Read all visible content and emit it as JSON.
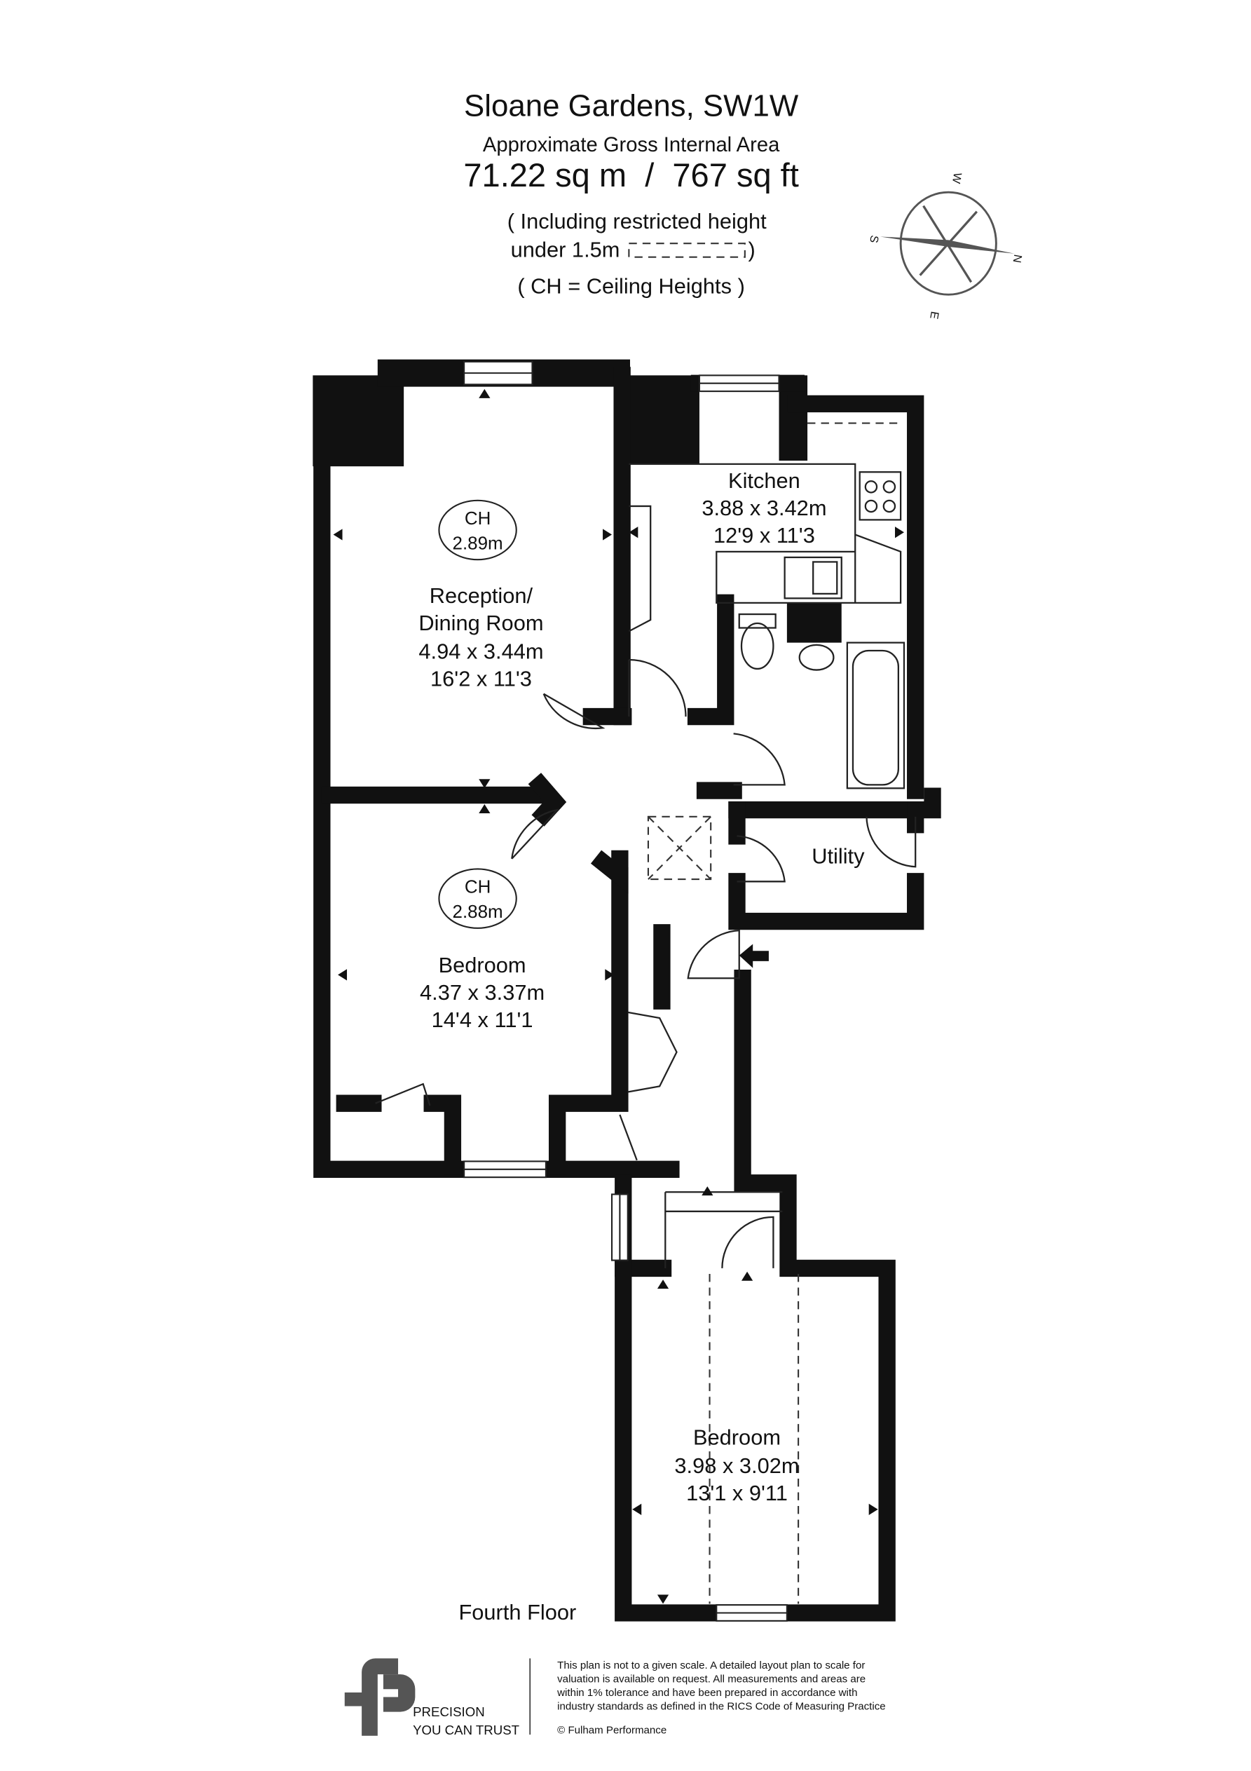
{
  "header": {
    "title": "Sloane Gardens, SW1W",
    "subtitle": "Approximate Gross Internal Area",
    "area": "71.22 sq m  /  767 sq ft",
    "restricted_line1": "( Including restricted height",
    "restricted_line2": "under 1.5m",
    "restricted_close": ")",
    "ch_note": "( CH = Ceiling Heights )"
  },
  "compass": {
    "w": "W",
    "n": "N",
    "e": "E",
    "s": "S"
  },
  "rooms": {
    "kitchen": {
      "name": "Kitchen",
      "metric": "3.88 x 3.42m",
      "imperial": "12'9 x 11'3"
    },
    "reception": {
      "name1": "Reception/",
      "name2": "Dining Room",
      "metric": "4.94 x 3.44m",
      "imperial": "16'2 x 11'3",
      "ch_label": "CH",
      "ch_value": "2.89m"
    },
    "bedroom1": {
      "name": "Bedroom",
      "metric": "4.37 x 3.37m",
      "imperial": "14'4 x 11'1",
      "ch_label": "CH",
      "ch_value": "2.88m"
    },
    "utility": {
      "name": "Utility"
    },
    "bedroom2": {
      "name": "Bedroom",
      "metric": "3.98 x 3.02m",
      "imperial": "13'1 x 9'11"
    }
  },
  "floor_label": "Fourth Floor",
  "footer": {
    "brand_line1": "PRECISION",
    "brand_line2": "YOU CAN TRUST",
    "disclaimer": [
      "This plan is not to a given scale. A detailed layout plan to scale for",
      "valuation is available on request. All measurements and areas are",
      "within 1% tolerance and have been prepared in accordance with",
      "industry standards as defined in the RICS Code of Measuring Practice"
    ],
    "copyright": "© Fulham Performance"
  },
  "colors": {
    "wall": "#111111",
    "logo": "#555555",
    "compass": "#555555"
  }
}
